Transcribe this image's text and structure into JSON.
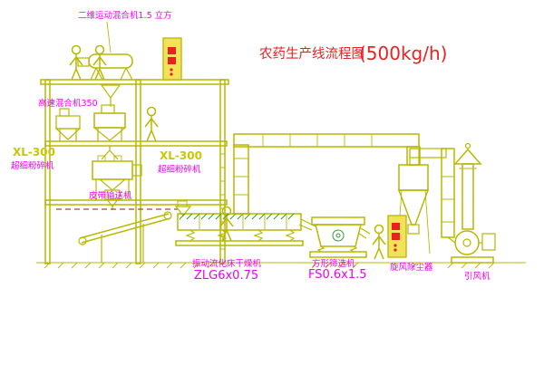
{
  "title": {
    "main": "农药生产线流程图",
    "capacity": "(500kg/h)"
  },
  "labels": {
    "top_mixer": "二维运动混合机1.5 立方",
    "high_speed_mixer": "高速混合机350",
    "mill_left_model": "XL-300",
    "mill_left_name": "超细粉碎机",
    "mill_center_model": "XL-300",
    "mill_center_name": "超细粉碎机",
    "belt_conveyor": "皮带输送机",
    "dryer_name": "振动流化床干燥机",
    "dryer_model": "ZLG6x0.75",
    "sieve_name": "方形筛选机",
    "sieve_model": "FS0.6x1.5",
    "cyclone_name": "旋风除尘器",
    "fan_name": "引风机"
  },
  "colors": {
    "line": "#b8b800",
    "hatch_green": "#2f9e2f",
    "label_magenta": "#ee00ee",
    "title_red": "#e82222",
    "model_yellow": "#c8c800",
    "cabinet_fill": "#f2e25a",
    "dash_red": "#aa4444",
    "background": "#ffffff"
  }
}
